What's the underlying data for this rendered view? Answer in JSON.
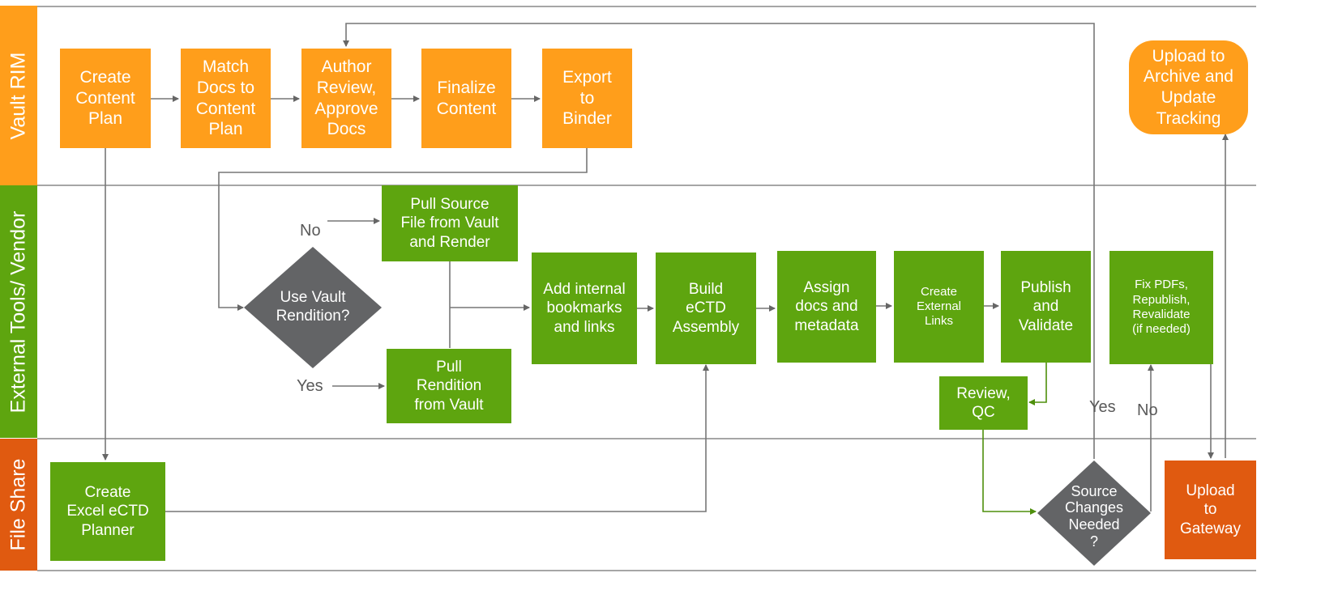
{
  "lanes": {
    "vault_rim": "Vault RIM",
    "external_tools": "External Tools/ Vendor",
    "file_share": "File Share"
  },
  "colors": {
    "vault_rim": "#ff9e1b",
    "external": "#5ea50f",
    "file_share": "#e05a10",
    "decision": "#636466",
    "arrow": "#666666"
  },
  "nodes": {
    "create_content_plan": "Create\nContent\nPlan",
    "match_docs": "Match\nDocs to\nContent\nPlan",
    "author_review": "Author\nReview,\nApprove\nDocs",
    "finalize_content": "Finalize\nContent",
    "export_binder": "Export\nto\nBinder",
    "upload_archive": "Upload to\nArchive and\nUpdate\nTracking",
    "pull_source": "Pull Source\nFile from Vault\nand Render",
    "use_vault_rendition": "Use Vault\nRendition?",
    "pull_rendition": "Pull\nRendition\nfrom Vault",
    "add_bookmarks": "Add internal\nbookmarks\nand links",
    "build_ectd": "Build\neCTD\nAssembly",
    "assign_docs": "Assign\ndocs and\nmetadata",
    "create_external_links": "Create\nExternal\nLinks",
    "publish_validate": "Publish\nand\nValidate",
    "review_qc": "Review,\nQC",
    "fix_pdfs": "Fix PDFs,\nRepublish,\nRevalidate\n(if needed)",
    "create_excel_planner": "Create\nExcel eCTD\nPlanner",
    "source_changes": "Source\nChanges\nNeeded\n?",
    "upload_gateway": "Upload\nto\nGateway"
  },
  "labels": {
    "no_top": "No",
    "yes_bottom": "Yes",
    "yes_right": "Yes",
    "no_right": "No"
  }
}
